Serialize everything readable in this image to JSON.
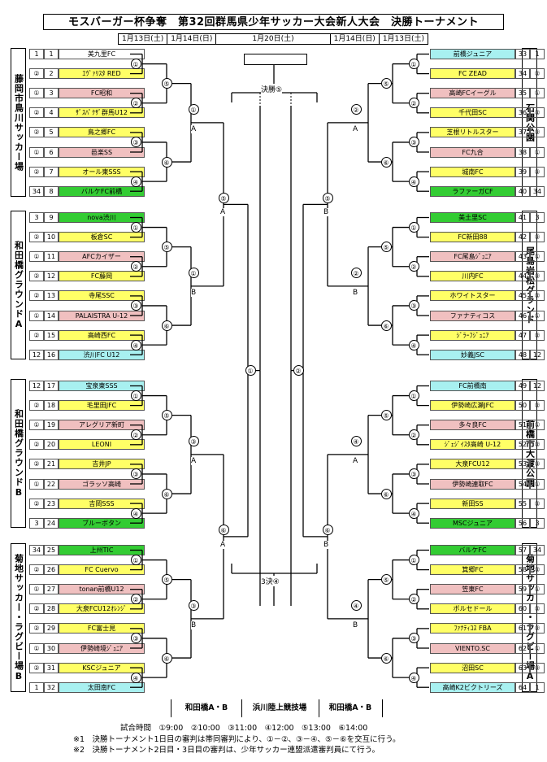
{
  "title": "モスバーガー杯争奪　第32回群馬県少年サッカー大会新人大会　決勝トーナメント",
  "dates": [
    "1月13日(土)",
    "1月14日(日)",
    "1月20日(土)",
    "1月14日(日)",
    "1月13日(土)"
  ],
  "final_label": "決勝⑤",
  "third_label": "3決④",
  "venues": {
    "left1": "藤岡市鳥川サッカー場",
    "left2": "和田橋グラウンドA",
    "left3": "和田橋グラウンドB",
    "left4": "菊地サッカー・ラグビー場B",
    "right1": "石関公園",
    "right2": "尾島岩松グランド",
    "right3": "前橋市大渡公園",
    "right4": "菊地サッカー・ラグビー場A"
  },
  "left_teams": [
    {
      "a": "1",
      "b": "1",
      "name": "美九里FC",
      "c": "white"
    },
    {
      "a": "②",
      "b": "2",
      "name": "ｴｳﾞｧﾘｽﾀ RED",
      "c": "yellow"
    },
    {
      "a": "①",
      "b": "3",
      "name": "FC昭和",
      "c": "pink"
    },
    {
      "a": "②",
      "b": "4",
      "name": "ｻﾞｽﾊﾟｸｻﾞ群馬U12",
      "c": "yellow"
    },
    {
      "a": "②",
      "b": "5",
      "name": "鳥之郷FC",
      "c": "yellow"
    },
    {
      "a": "①",
      "b": "6",
      "name": "邑楽SS",
      "c": "pink"
    },
    {
      "a": "②",
      "b": "7",
      "name": "オール東SSS",
      "c": "yellow"
    },
    {
      "a": "34",
      "b": "8",
      "name": "バルケFC前橋",
      "c": "green"
    },
    {
      "a": "3",
      "b": "9",
      "name": "nova渋川",
      "c": "green"
    },
    {
      "a": "②",
      "b": "10",
      "name": "板倉SC",
      "c": "yellow"
    },
    {
      "a": "①",
      "b": "11",
      "name": "AFCカイザー",
      "c": "pink"
    },
    {
      "a": "②",
      "b": "12",
      "name": "FC藤岡",
      "c": "yellow"
    },
    {
      "a": "②",
      "b": "13",
      "name": "寺尾SSC",
      "c": "yellow"
    },
    {
      "a": "①",
      "b": "14",
      "name": "PALAISTRA U-12",
      "c": "pink"
    },
    {
      "a": "②",
      "b": "15",
      "name": "高崎西FC",
      "c": "yellow"
    },
    {
      "a": "12",
      "b": "16",
      "name": "渋川FC U12",
      "c": "cyan"
    },
    {
      "a": "12",
      "b": "17",
      "name": "宝泉東SSS",
      "c": "cyan"
    },
    {
      "a": "②",
      "b": "18",
      "name": "毛里田JFC",
      "c": "yellow"
    },
    {
      "a": "①",
      "b": "19",
      "name": "アレグリア新町",
      "c": "pink"
    },
    {
      "a": "②",
      "b": "20",
      "name": "LEONI",
      "c": "yellow"
    },
    {
      "a": "②",
      "b": "21",
      "name": "吉井JP",
      "c": "yellow"
    },
    {
      "a": "①",
      "b": "22",
      "name": "ゴラッソ高崎",
      "c": "pink"
    },
    {
      "a": "②",
      "b": "23",
      "name": "吉岡SSS",
      "c": "yellow"
    },
    {
      "a": "3",
      "b": "24",
      "name": "ブルーボタン",
      "c": "green"
    },
    {
      "a": "34",
      "b": "25",
      "name": "上州TIC",
      "c": "green"
    },
    {
      "a": "②",
      "b": "26",
      "name": "FC Cuervo",
      "c": "yellow"
    },
    {
      "a": "①",
      "b": "27",
      "name": "tonan前橋U12",
      "c": "pink"
    },
    {
      "a": "②",
      "b": "28",
      "name": "大泉FCU12ｵﾚﾝｼﾞ",
      "c": "yellow"
    },
    {
      "a": "②",
      "b": "29",
      "name": "FC富士見",
      "c": "yellow"
    },
    {
      "a": "①",
      "b": "30",
      "name": "伊勢崎境ｼﾞｭﾆｱ",
      "c": "pink"
    },
    {
      "a": "②",
      "b": "31",
      "name": "KSCジュニア",
      "c": "yellow"
    },
    {
      "a": "1",
      "b": "32",
      "name": "太田南FC",
      "c": "cyan"
    }
  ],
  "right_teams": [
    {
      "a": "1",
      "b": "33",
      "name": "前橋ジュニア",
      "c": "cyan"
    },
    {
      "a": "②",
      "b": "34",
      "name": "FC ZEAD",
      "c": "yellow"
    },
    {
      "a": "①",
      "b": "35",
      "name": "高崎FCイーグル",
      "c": "pink"
    },
    {
      "a": "②",
      "b": "36",
      "name": "千代田SC",
      "c": "yellow"
    },
    {
      "a": "②",
      "b": "37",
      "name": "芝根リトルスター",
      "c": "yellow"
    },
    {
      "a": "①",
      "b": "38",
      "name": "FC九合",
      "c": "pink"
    },
    {
      "a": "②",
      "b": "39",
      "name": "城南FC",
      "c": "yellow"
    },
    {
      "a": "34",
      "b": "40",
      "name": "ラファーガCF",
      "c": "green"
    },
    {
      "a": "3",
      "b": "41",
      "name": "美土里SC",
      "c": "green"
    },
    {
      "a": "②",
      "b": "42",
      "name": "FC新田88",
      "c": "yellow"
    },
    {
      "a": "①",
      "b": "43",
      "name": "FC尾島ｼﾞｭﾆｱ",
      "c": "pink"
    },
    {
      "a": "②",
      "b": "44",
      "name": "川内FC",
      "c": "yellow"
    },
    {
      "a": "②",
      "b": "45",
      "name": "ホワイトスター",
      "c": "yellow"
    },
    {
      "a": "①",
      "b": "46",
      "name": "ファナティコス",
      "c": "pink"
    },
    {
      "a": "②",
      "b": "47",
      "name": "ｼﾞﾗｰﾌｼﾞｭﾆｱ",
      "c": "yellow"
    },
    {
      "a": "12",
      "b": "48",
      "name": "妙義JSC",
      "c": "cyan"
    },
    {
      "a": "12",
      "b": "49",
      "name": "FC前橋南",
      "c": "cyan"
    },
    {
      "a": "②",
      "b": "50",
      "name": "伊勢崎広瀬JFC",
      "c": "yellow"
    },
    {
      "a": "①",
      "b": "51",
      "name": "多々良FC",
      "c": "pink"
    },
    {
      "a": "②",
      "b": "52",
      "name": "ｼﾞｪｼﾞｲｽﾀ高崎 U-12",
      "c": "yellow"
    },
    {
      "a": "②",
      "b": "53",
      "name": "大泉FCU12",
      "c": "yellow"
    },
    {
      "a": "①",
      "b": "54",
      "name": "伊勢崎連取FC",
      "c": "pink"
    },
    {
      "a": "②",
      "b": "55",
      "name": "新田SS",
      "c": "yellow"
    },
    {
      "a": "3",
      "b": "56",
      "name": "MSCジュニア",
      "c": "green"
    },
    {
      "a": "34",
      "b": "57",
      "name": "バルケFC",
      "c": "green"
    },
    {
      "a": "②",
      "b": "58",
      "name": "箕郷FC",
      "c": "yellow"
    },
    {
      "a": "①",
      "b": "59",
      "name": "笠東FC",
      "c": "pink"
    },
    {
      "a": "②",
      "b": "60",
      "name": "ボルセドール",
      "c": "yellow"
    },
    {
      "a": "②",
      "b": "61",
      "name": "ﾌｧﾅﾃｨｺｽ FBA",
      "c": "yellow"
    },
    {
      "a": "①",
      "b": "62",
      "name": "VIENTO.SC",
      "c": "pink"
    },
    {
      "a": "②",
      "b": "63",
      "name": "沼田SC",
      "c": "yellow"
    },
    {
      "a": "1",
      "b": "64",
      "name": "高崎K2ビクトリーズ",
      "c": "cyan"
    }
  ],
  "bottom_venues": [
    "和田橋A・B",
    "浜川陸上競技場",
    "和田橋A・B"
  ],
  "schedule": "試合時間　①9:00　②10:00　③11:00　④12:00　⑤13:00　⑥14:00",
  "note1": "※1　決勝トーナメント1日目の審判は帯同審判により、①－②、③－④、⑤－⑥を交互に行う。",
  "note2": "※2　決勝トーナメント2日目・3日目の審判は、少年サッカー連盟派遣審判員にて行う。"
}
